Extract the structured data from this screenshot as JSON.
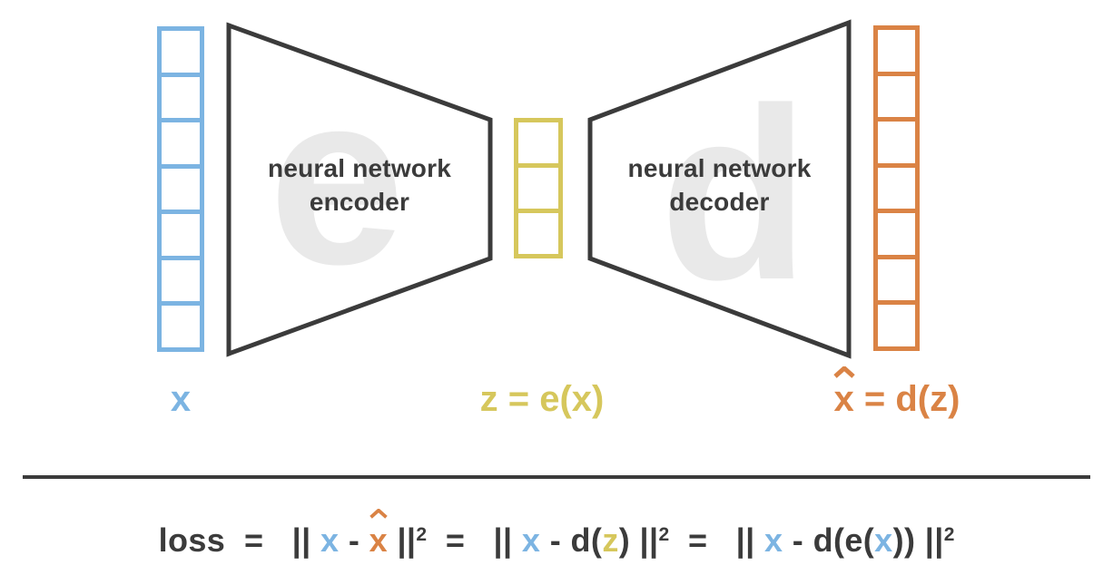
{
  "colors": {
    "blue": "#7CB4E2",
    "yellow": "#D6C75C",
    "orange": "#DA8345",
    "dark": "#3B3B3B",
    "watermark": "#E9E9E9",
    "background": "#FFFFFF"
  },
  "input_vector": {
    "label": "x",
    "cell_count": 7
  },
  "latent_vector": {
    "label": "z = e(x)",
    "cell_count": 3
  },
  "output_vector": {
    "label_x": "x",
    "label_rest": " = d(z)",
    "cell_count": 7
  },
  "encoder": {
    "title_line1": "neural network",
    "title_line2": "encoder",
    "watermark_letter": "e"
  },
  "decoder": {
    "title_line1": "neural network",
    "title_line2": "decoder",
    "watermark_letter": "d"
  },
  "formula": {
    "segments": [
      {
        "t": "loss",
        "c": "dark"
      },
      {
        "t": "  =   ",
        "c": "dark"
      },
      {
        "t": "|| ",
        "c": "dark"
      },
      {
        "t": "x",
        "c": "blue"
      },
      {
        "t": " - ",
        "c": "dark"
      },
      {
        "t": "x",
        "c": "orange",
        "hat": true
      },
      {
        "t": " ||",
        "c": "dark"
      },
      {
        "t": "2",
        "c": "dark",
        "sup": true
      },
      {
        "t": "  =   ",
        "c": "dark"
      },
      {
        "t": "|| ",
        "c": "dark"
      },
      {
        "t": "x",
        "c": "blue"
      },
      {
        "t": " - ",
        "c": "dark"
      },
      {
        "t": "d(",
        "c": "dark"
      },
      {
        "t": "z",
        "c": "yellow"
      },
      {
        "t": ") ||",
        "c": "dark"
      },
      {
        "t": "2",
        "c": "dark",
        "sup": true
      },
      {
        "t": "  =   ",
        "c": "dark"
      },
      {
        "t": "|| ",
        "c": "dark"
      },
      {
        "t": "x",
        "c": "blue"
      },
      {
        "t": " - ",
        "c": "dark"
      },
      {
        "t": "d(e(",
        "c": "dark"
      },
      {
        "t": "x",
        "c": "blue"
      },
      {
        "t": ")) ||",
        "c": "dark"
      },
      {
        "t": "2",
        "c": "dark",
        "sup": true
      }
    ]
  }
}
